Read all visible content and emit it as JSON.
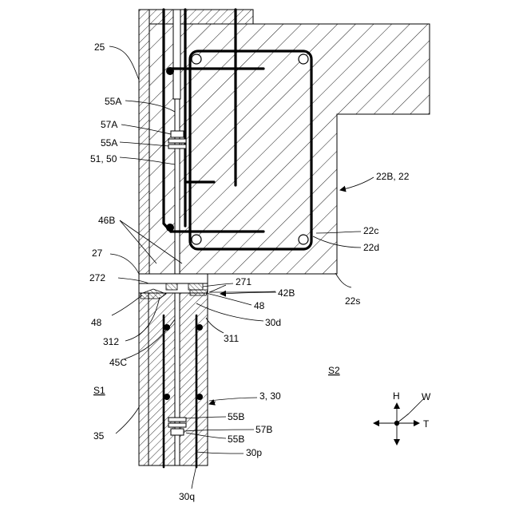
{
  "labels": {
    "l25": "25",
    "l55A_a": "55A",
    "l57A": "57A",
    "l55A_b": "55A",
    "l5150": "51, 50",
    "l46B": "46B",
    "l27": "27",
    "l272": "272",
    "l48_left": "48",
    "l312": "312",
    "l45C": "45C",
    "lS1": "S1",
    "l35": "35",
    "l22B22": "22B, 22",
    "l22c": "22c",
    "l22d": "22d",
    "l22s": "22s",
    "l271": "271",
    "l42B": "42B",
    "l48_right": "48",
    "l30d": "30d",
    "l311": "311",
    "lS2": "S2",
    "l330": "3, 30",
    "l55B_a": "55B",
    "l57B": "57B",
    "l55B_b": "55B",
    "l30p": "30p",
    "l30q": "30q"
  },
  "axes": {
    "h": "H",
    "w": "W",
    "t": "T"
  },
  "colors": {
    "line": "#000000",
    "background": "#ffffff"
  }
}
